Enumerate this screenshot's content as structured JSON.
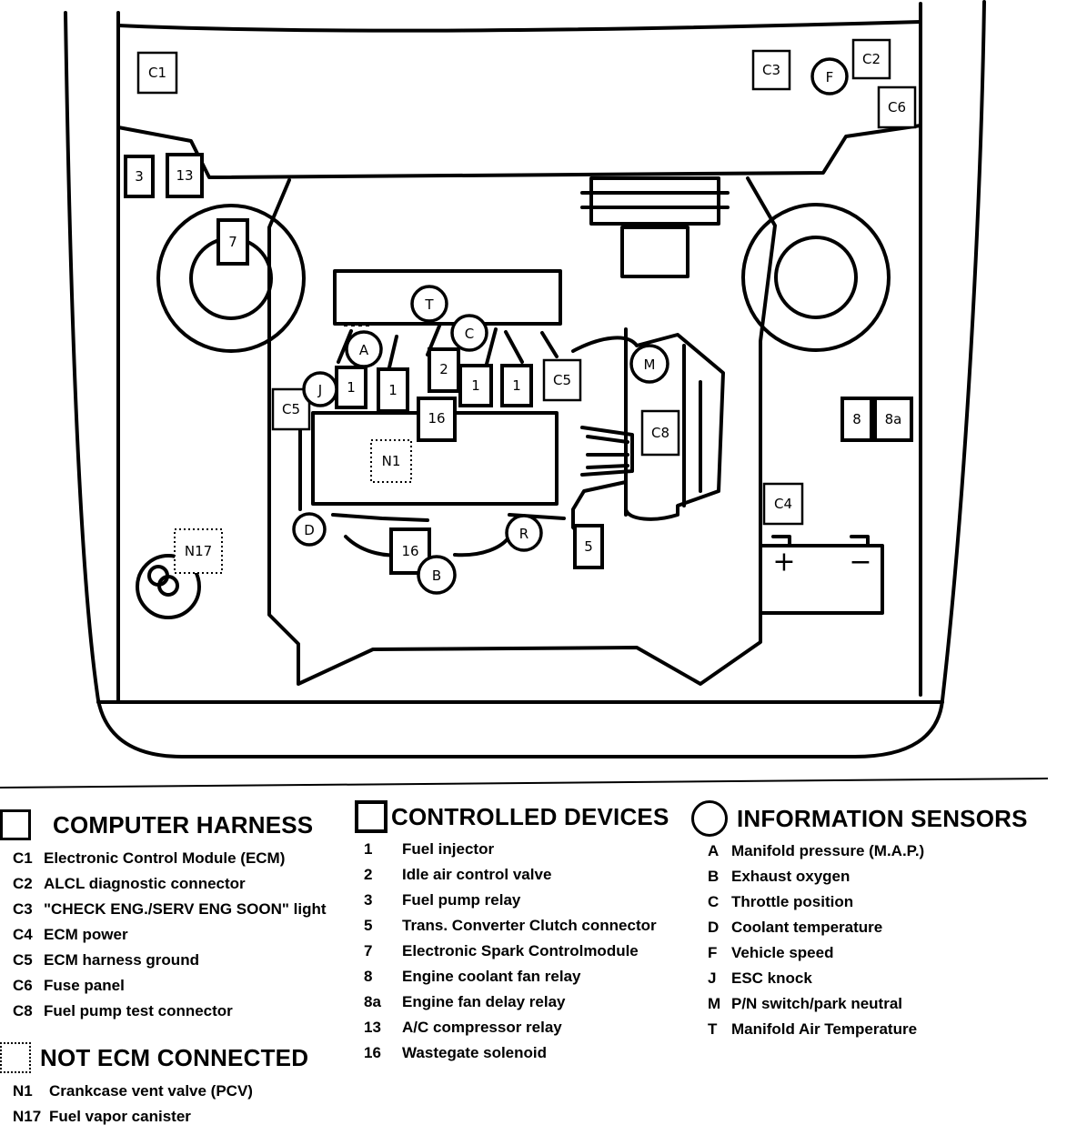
{
  "components": {
    "C1": "C1",
    "C2": "C2",
    "C3": "C3",
    "C4": "C4",
    "C5": "C5",
    "C6": "C6",
    "C8": "C8",
    "n1": "1",
    "n2": "2",
    "n3": "3",
    "n5": "5",
    "n7": "7",
    "n8": "8",
    "n8a": "8a",
    "n13": "13",
    "n16": "16",
    "A": "A",
    "B": "B",
    "C": "C",
    "D": "D",
    "F": "F",
    "J": "J",
    "M": "M",
    "R": "R",
    "T": "T",
    "N1": "N1",
    "N17": "N17",
    "battery_plus": "+",
    "battery_minus": "−"
  },
  "legend": {
    "harness": {
      "heading": "COMPUTER HARNESS",
      "items": [
        {
          "code": "C1",
          "text": "Electronic Control Module (ECM)"
        },
        {
          "code": "C2",
          "text": "ALCL diagnostic connector"
        },
        {
          "code": "C3",
          "text": "\"CHECK ENG./SERV ENG SOON\" light"
        },
        {
          "code": "C4",
          "text": "ECM power"
        },
        {
          "code": "C5",
          "text": "ECM harness ground"
        },
        {
          "code": "C6",
          "text": "Fuse panel"
        },
        {
          "code": "C8",
          "text": "Fuel pump test connector"
        }
      ]
    },
    "not_ecm": {
      "heading": "NOT ECM CONNECTED",
      "items": [
        {
          "code": "N1",
          "text": "Crankcase vent valve (PCV)"
        },
        {
          "code": "N17",
          "text": "Fuel vapor canister"
        }
      ]
    },
    "devices": {
      "heading": "CONTROLLED DEVICES",
      "items": [
        {
          "code": "1",
          "text": "Fuel injector"
        },
        {
          "code": "2",
          "text": "Idle air control valve"
        },
        {
          "code": "3",
          "text": "Fuel pump relay"
        },
        {
          "code": "5",
          "text": "Trans. Converter Clutch connector"
        },
        {
          "code": "7",
          "text": "Electronic Spark Controlmodule"
        },
        {
          "code": "8",
          "text": "Engine coolant fan relay"
        },
        {
          "code": "8a",
          "text": "Engine fan delay relay"
        },
        {
          "code": "13",
          "text": "A/C compressor relay"
        },
        {
          "code": "16",
          "text": "Wastegate solenoid"
        }
      ]
    },
    "sensors": {
      "heading": "INFORMATION SENSORS",
      "items": [
        {
          "code": "A",
          "text": "Manifold pressure (M.A.P.)"
        },
        {
          "code": "B",
          "text": "Exhaust oxygen"
        },
        {
          "code": "C",
          "text": "Throttle position"
        },
        {
          "code": "D",
          "text": "Coolant temperature"
        },
        {
          "code": "F",
          "text": "Vehicle speed"
        },
        {
          "code": "J",
          "text": "ESC knock"
        },
        {
          "code": "M",
          "text": "P/N switch/park neutral"
        },
        {
          "code": "T",
          "text": "Manifold Air Temperature"
        }
      ]
    }
  }
}
